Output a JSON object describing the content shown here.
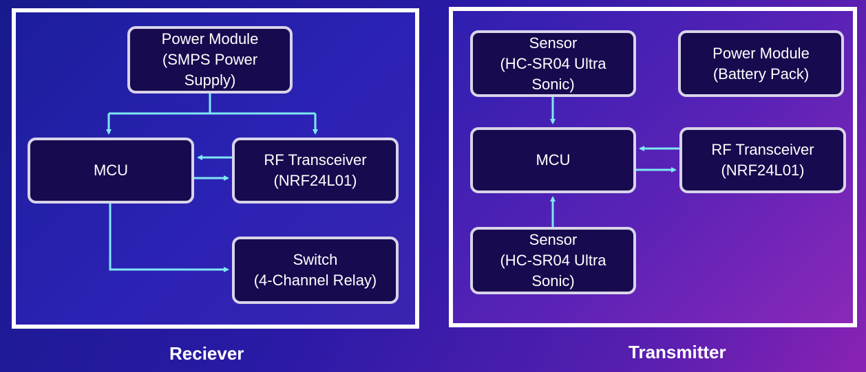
{
  "receiver": {
    "caption": "Reciever",
    "power_module": [
      "Power Module",
      "(SMPS Power",
      "Supply)"
    ],
    "mcu": [
      "MCU"
    ],
    "rf": [
      "RF Transceiver",
      "(NRF24L01)"
    ],
    "switch": [
      "Switch",
      "(4-Channel Relay)"
    ]
  },
  "transmitter": {
    "caption": "Transmitter",
    "sensor_top": [
      "Sensor",
      "(HC-SR04 Ultra",
      "Sonic)"
    ],
    "power_module": [
      "Power Module",
      "(Battery Pack)"
    ],
    "mcu": [
      "MCU"
    ],
    "rf": [
      "RF Transceiver",
      "(NRF24L01)"
    ],
    "sensor_bottom": [
      "Sensor",
      "(HC-SR04 Ultra",
      "Sonic)"
    ]
  },
  "colors": {
    "block_fill": "#180a4e",
    "block_border": "#d8d4ea",
    "connector": "#7fe8f4"
  }
}
